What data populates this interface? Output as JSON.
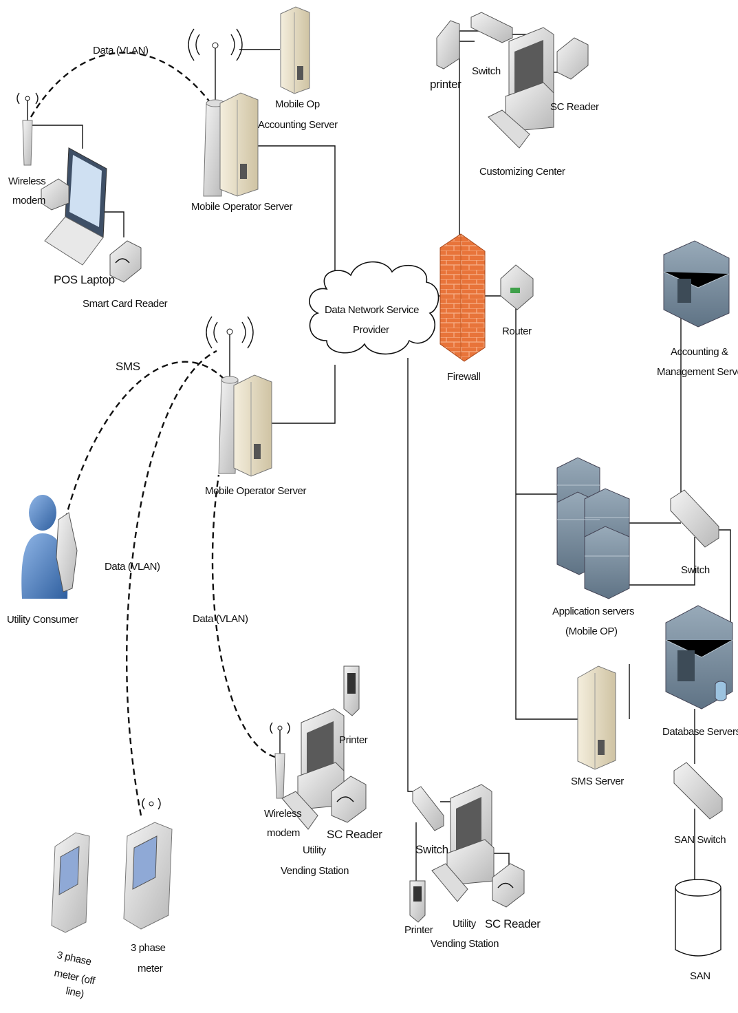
{
  "labels": {
    "data_vlan_top": "Data (VLAN)",
    "mobile_op_accounting_1": "Mobile Op",
    "mobile_op_accounting_2": "Accounting Server",
    "printer_top": "printer",
    "switch_top": "Switch",
    "sc_reader_top": "SC Reader",
    "customizing_center": "Customizing Center",
    "wireless_modem_top_1": "Wireless",
    "wireless_modem_top_2": "modem",
    "mobile_operator_server_top": "Mobile Operator Server",
    "pos_laptop": "POS Laptop",
    "smart_card_reader": "Smart Card Reader",
    "cloud_1": "Data Network Service",
    "cloud_2": "Provider",
    "router": "Router",
    "firewall": "Firewall",
    "accounting_mgmt_1": "Accounting &",
    "accounting_mgmt_2": "Management Server",
    "sms": "SMS",
    "mobile_operator_server_mid": "Mobile Operator Server",
    "utility_consumer": "Utility Consumer",
    "data_vlan_left": "Data (VLAN)",
    "data_vlan_mid": "Data (VLAN)",
    "application_servers_1": "Application servers",
    "application_servers_2": "(Mobile OP)",
    "switch_right": "Switch",
    "printer_mid": "Printer",
    "wireless_modem_bottom_1": "Wireless",
    "wireless_modem_bottom_2": "modem",
    "sc_reader_mid": "SC Reader",
    "utility_vending_mid_1": "Utility",
    "utility_vending_mid_2": "Vending Station",
    "database_servers": "Database Servers",
    "sms_server": "SMS Server",
    "switch_bottom": "Switch",
    "printer_bottom": "Printer",
    "utility_vending_bottom_1": "Utility",
    "utility_vending_bottom_2": "Vending Station",
    "sc_reader_bottom": "SC Reader",
    "san_switch": "SAN Switch",
    "san": "SAN",
    "meter_offline_1": "3 phase",
    "meter_offline_2": "meter (off",
    "meter_offline_3": "line)",
    "meter_1": "3 phase",
    "meter_2": "meter"
  },
  "colors": {
    "firewall": "#e8743a",
    "server_beige": "#e6dcc2",
    "rack_blue": "#7f93a4",
    "person_blue": "#4a7fc4",
    "router_green": "#3fa04a"
  }
}
